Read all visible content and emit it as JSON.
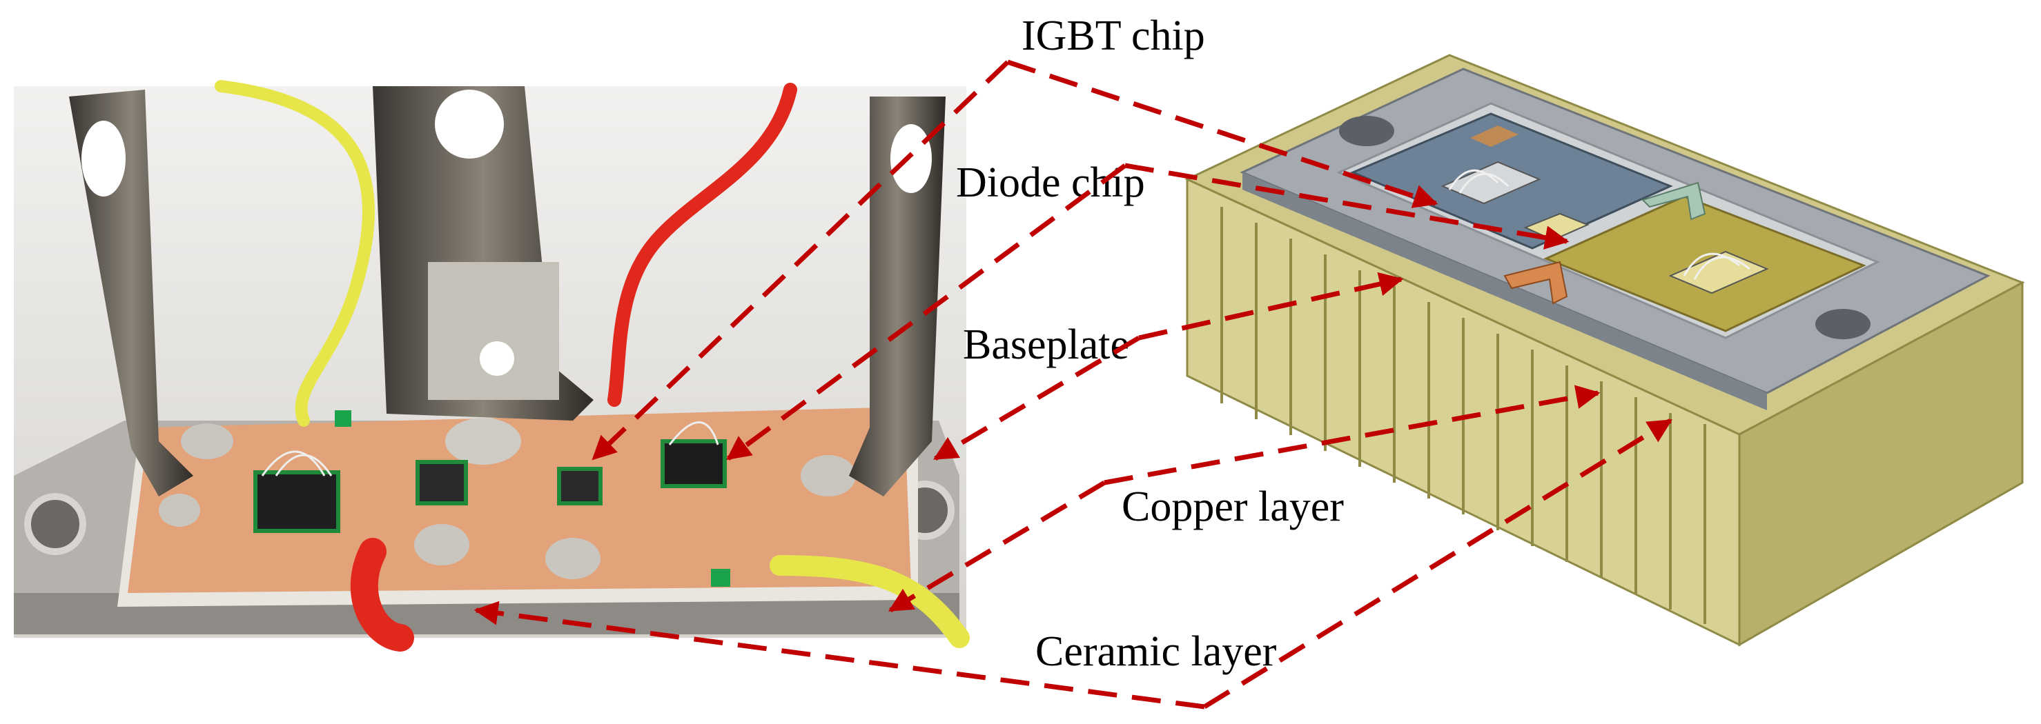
{
  "labels": {
    "igbt": "IGBT chip",
    "diode": "Diode chip",
    "baseplate": "Baseplate",
    "copper": "Copper layer",
    "ceramic": "Ceramic layer"
  },
  "colors": {
    "arrow": "#c00000",
    "heatsink": "#c9c27a",
    "heatsink_dark": "#8f8a45",
    "baseplate": "#9aa0a6",
    "ceramic": "#c8ccd0",
    "copper_left": "#6d8296",
    "copper_right": "#b7a84a",
    "photo_bg": "#e6e4e2",
    "photo_plate": "#b9b6b3",
    "photo_copper": "#e2a27a",
    "wire_yellow": "#e6e64a",
    "wire_red": "#e0281c"
  },
  "icons": {
    "photo": "power-module-photo",
    "render": "power-module-3d-render"
  }
}
